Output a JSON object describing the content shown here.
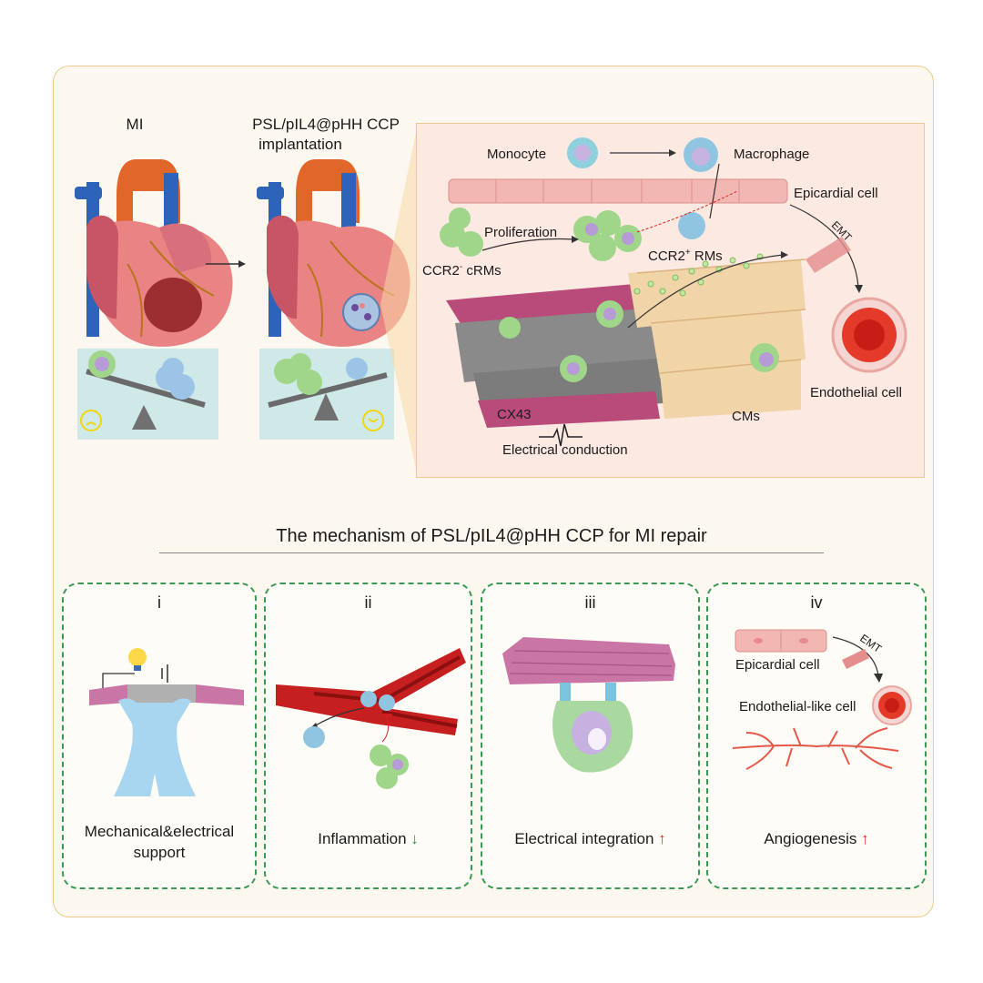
{
  "top": {
    "mi_label": "MI",
    "implant_label_line1": "PSL/pIL4@pHH  CCP",
    "implant_label_line2": "implantation"
  },
  "inset": {
    "monocyte": "Monocyte",
    "macrophage": "Macrophage",
    "epicardial_cell": "Epicardial cell",
    "proliferation": "Proliferation",
    "ccr2_minus": "CCR2",
    "ccr2_minus_sup": "-",
    "ccr2_minus_suffix": " cRMs",
    "ccr2_plus": "CCR2",
    "ccr2_plus_sup": "+",
    "ccr2_plus_suffix": " RMs",
    "emt": "EMT",
    "endothelial_cell": "Endothelial cell",
    "cx43": "CX43",
    "cms": "CMs",
    "electrical_conduction": "Electrical conduction"
  },
  "section_title": "The mechanism of PSL/pIL4@pHH CCP for MI repair",
  "panels": [
    {
      "numeral": "i",
      "caption_line1": "Mechanical&electrical",
      "caption_line2": "support",
      "arrow": ""
    },
    {
      "numeral": "ii",
      "caption_line1": "Inflammation",
      "caption_line2": "",
      "arrow": "↓"
    },
    {
      "numeral": "iii",
      "caption_line1": "Electrical integration",
      "caption_line2": "",
      "arrow": "↑"
    },
    {
      "numeral": "iv",
      "caption_line1": "Angiogenesis",
      "caption_line2": "",
      "arrow": "↑"
    }
  ],
  "panel_iv": {
    "epicardial_cell": "Epicardial cell",
    "emt": "EMT",
    "endothelial_like_cell": "Endothelial-like cell"
  },
  "colors": {
    "frame_border": "#f0c98a",
    "dashed_border": "#3a9a55",
    "down_arrow": "#2e9a3e",
    "up_arrow": "#e02020",
    "smiley": "#f2d60a"
  }
}
